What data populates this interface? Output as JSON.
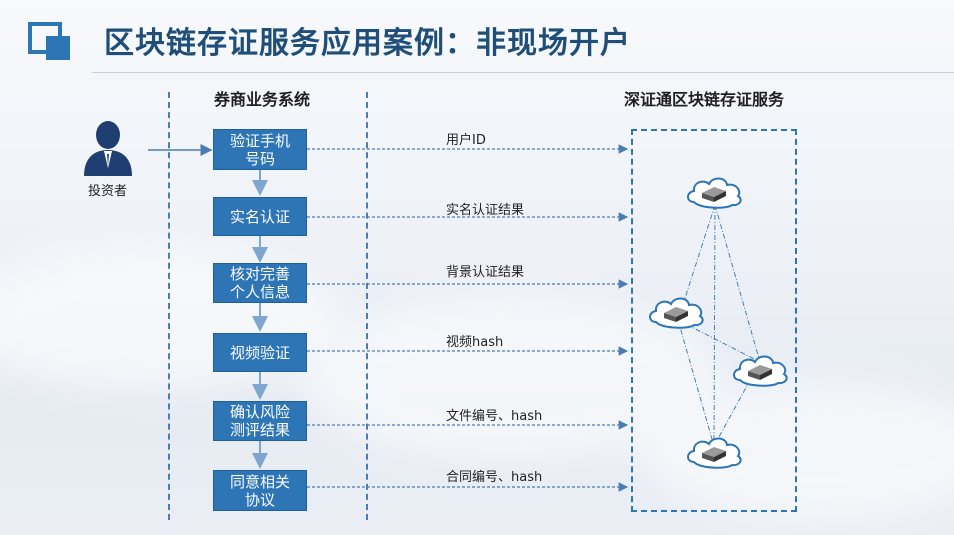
{
  "header": {
    "title": "区块链存证服务应用案例：非现场开户"
  },
  "columns": {
    "left": "券商业务系统",
    "right": "深证通区块链存证服务"
  },
  "actor": {
    "label": "投资者",
    "icon": "investor-person-icon"
  },
  "steps": [
    {
      "label": "验证手机号码"
    },
    {
      "label": "实名认证"
    },
    {
      "label": "核对完善个人信息"
    },
    {
      "label": "视频验证"
    },
    {
      "label": "确认风险测评结果"
    },
    {
      "label": "同意相关协议"
    }
  ],
  "flows": [
    {
      "label": "用户ID"
    },
    {
      "label": "实名认证结果"
    },
    {
      "label": "背景认证结果"
    },
    {
      "label": "视频hash"
    },
    {
      "label": "文件编号、hash"
    },
    {
      "label": "合同编号、hash"
    }
  ],
  "blockchain_nodes": [
    {
      "icon": "cloud-server-icon"
    },
    {
      "icon": "cloud-server-icon"
    },
    {
      "icon": "cloud-server-icon"
    },
    {
      "icon": "cloud-server-icon"
    }
  ],
  "colors": {
    "title": "#1f4e79",
    "step_fill": "#2e75b6",
    "accent": "#4a7db5"
  }
}
